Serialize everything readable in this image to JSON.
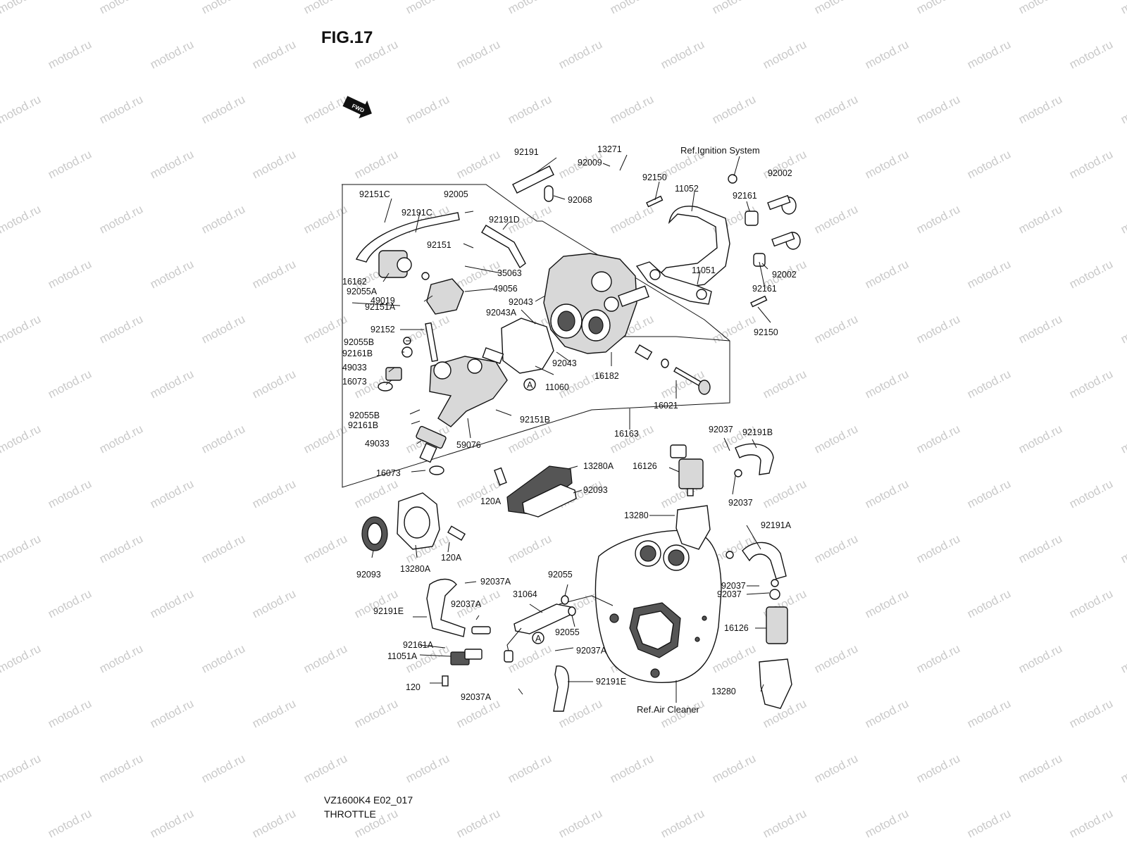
{
  "header": {
    "title": "FIG.17",
    "fwd_label": "FWD"
  },
  "footer": {
    "code": "VZ1600K4 E02_017",
    "name": "THROTTLE"
  },
  "watermark": "motod.ru",
  "references": {
    "ignition": "Ref.Ignition System",
    "air_cleaner": "Ref.Air Cleaner",
    "circle_a": "A"
  },
  "labels": [
    "92191",
    "13271",
    "92009",
    "92068",
    "92150",
    "11052",
    "92161",
    "92002",
    "92151C",
    "92005",
    "92191C",
    "92191D",
    "92151",
    "35063",
    "16162",
    "92055A",
    "49019",
    "49056",
    "92151A",
    "92043",
    "92043A",
    "92152",
    "92055B",
    "92161B",
    "49033",
    "16073",
    "11060",
    "92043",
    "16182",
    "11051",
    "92002",
    "92161",
    "92150",
    "16021",
    "92151B",
    "16163",
    "92055B",
    "92161B",
    "49033",
    "59076",
    "16073",
    "13280A",
    "92093",
    "120A",
    "92037",
    "92191B",
    "16126",
    "92037",
    "13280",
    "92191A",
    "92093",
    "13280A",
    "120A",
    "92037A",
    "92055",
    "31064",
    "92191E",
    "92037A",
    "92055",
    "92161A",
    "11051A",
    "92037A",
    "120",
    "92037A",
    "92191E",
    "92037",
    "92037",
    "16126",
    "13280"
  ]
}
